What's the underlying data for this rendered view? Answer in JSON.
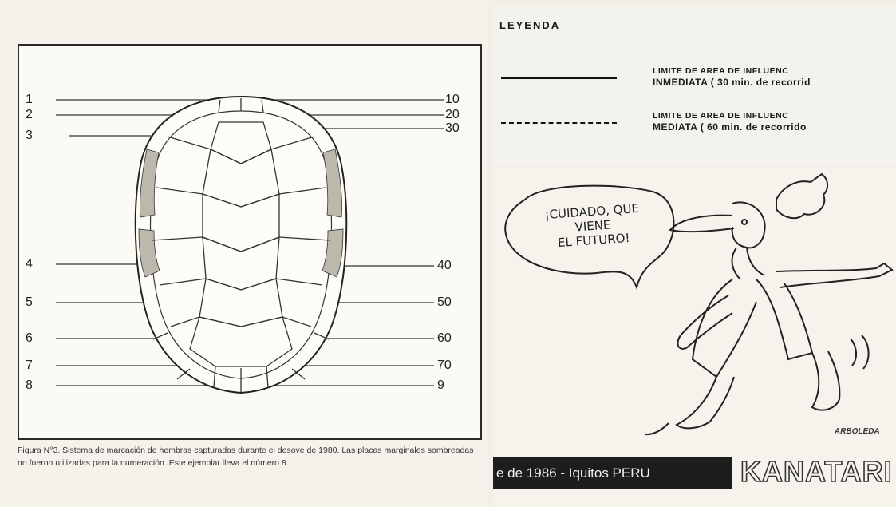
{
  "figure": {
    "left_labels": [
      "1",
      "2",
      "3",
      "4",
      "5",
      "6",
      "7",
      "8"
    ],
    "right_labels": [
      "10",
      "20",
      "30",
      "40",
      "50",
      "60",
      "70",
      "9"
    ],
    "caption": "Figura N°3.  Sistema de marcación de hembras capturadas durante el desove de 1980.  Las placas marginales sombreadas no fueron utilizadas para la numeración. Este ejemplar lleva el número 8."
  },
  "legend": {
    "title": "LEYENDA",
    "item1_line1": "LIMITE DE AREA DE INFLUENC",
    "item1_line2": "INMEDIATA ( 30 min. de recorrid",
    "item2_line1": "LIMITE DE AREA DE INFLUENC",
    "item2_line2": "MEDIATA ( 60 min. de recorrido"
  },
  "cartoon": {
    "bubble_line1": "¡CUIDADO, QUE",
    "bubble_line2": "VIENE",
    "bubble_line3": "EL FUTURO!",
    "signature": "ARBOLEDA",
    "banner_text": "e de 1986 - Iquitos PERU",
    "brand": "KANATARI"
  }
}
